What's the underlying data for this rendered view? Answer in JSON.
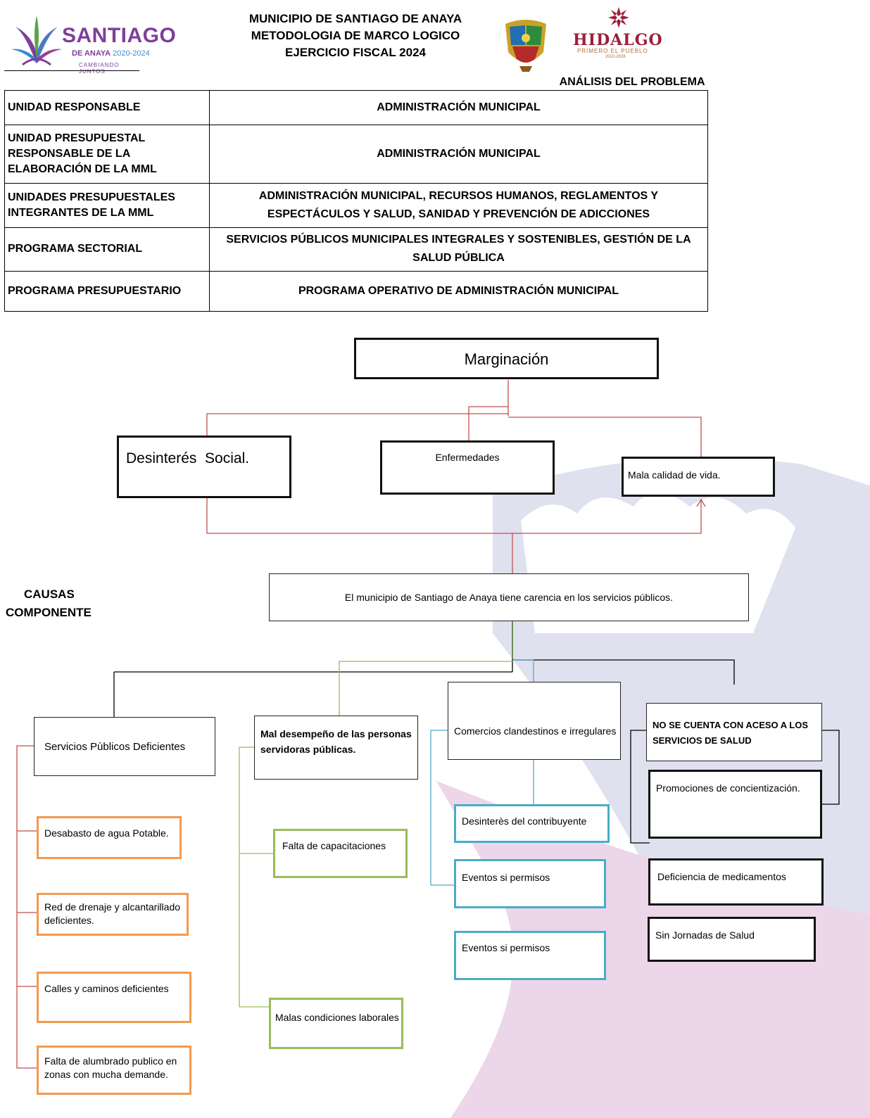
{
  "header": {
    "title_lines": [
      "MUNICIPIO DE SANTIAGO DE ANAYA",
      "METODOLOGIA DE MARCO LOGICO",
      "EJERCICIO FISCAL 2024"
    ],
    "santiago_logo": {
      "word": "SANTIAGO",
      "sub": "DE ANAYA",
      "years": "2020-2024",
      "tagline": "CAMBIANDO JUNTOS"
    },
    "hidalgo_logo": {
      "word": "HIDALGO",
      "sub": "PRIMERO EL PUEBLO",
      "years": "2022-2028"
    }
  },
  "info_table": {
    "analisis_label": "ANÁLISIS DEL PROBLEMA",
    "rows": [
      {
        "label": "UNIDAD RESPONSABLE",
        "value": "ADMINISTRACIÓN MUNICIPAL"
      },
      {
        "label": "UNIDAD PRESUPUESTAL RESPONSABLE DE LA ELABORACIÓN DE LA MML",
        "value": "ADMINISTRACIÓN MUNICIPAL"
      },
      {
        "label": "UNIDADES PRESUPUESTALES INTEGRANTES DE LA MML",
        "value": "ADMINISTRACIÓN MUNICIPAL, RECURSOS HUMANOS, REGLAMENTOS Y ESPECTÁCULOS Y SALUD, SANIDAD Y PREVENCIÓN DE ADICCIONES"
      },
      {
        "label": "PROGRAMA SECTORIAL",
        "value": "SERVICIOS PÚBLICOS MUNICIPALES INTEGRALES Y SOSTENIBLES, GESTIÓN DE LA SALUD PÚBLICA"
      },
      {
        "label": "PROGRAMA PRESUPUESTARIO",
        "value": "PROGRAMA OPERATIVO DE ADMINISTRACIÓN MUNICIPAL"
      }
    ]
  },
  "tree": {
    "top_effect": "Marginación",
    "effects": [
      "Desinterés  Social.",
      "Enfermedades",
      "Mala calidad de vida."
    ],
    "central_problem": "El municipio de Santiago de Anaya tiene carencia en los servicios públicos.",
    "side_label": [
      "CAUSAS",
      "COMPONENTE"
    ],
    "causes": [
      {
        "label": "Servicios Pùblicos Deficientes",
        "subs": [
          "Desabasto de agua Potable.",
          "Red de drenaje y alcantarillado deficientes.",
          "Calles y caminos deficientes",
          "Falta de alumbrado publico en zonas con mucha demande."
        ]
      },
      {
        "label": "Mal desempeño de las personas servidoras públicas.",
        "subs": [
          "Falta de capacitaciones",
          "Malas condiciones laborales"
        ]
      },
      {
        "label": "Comercios clandestinos e irregulares",
        "subs": [
          "Desinterès del contribuyente",
          "Eventos si permisos",
          "Eventos si permisos"
        ]
      },
      {
        "label": "NO SE CUENTA CON ACESO A LOS SERVICIOS DE SALUD",
        "subs": [
          "Promociones de concientización.",
          "Deficiencia de medicamentos",
          "Sin Jornadas de Salud"
        ]
      }
    ]
  },
  "colors": {
    "effect_lines": "#c0504d",
    "orange": "#f39a4e",
    "green": "#9bbb59",
    "blue": "#4bacc6",
    "watermark_blue": "#dcdfee",
    "watermark_pink": "#ead3e6"
  }
}
